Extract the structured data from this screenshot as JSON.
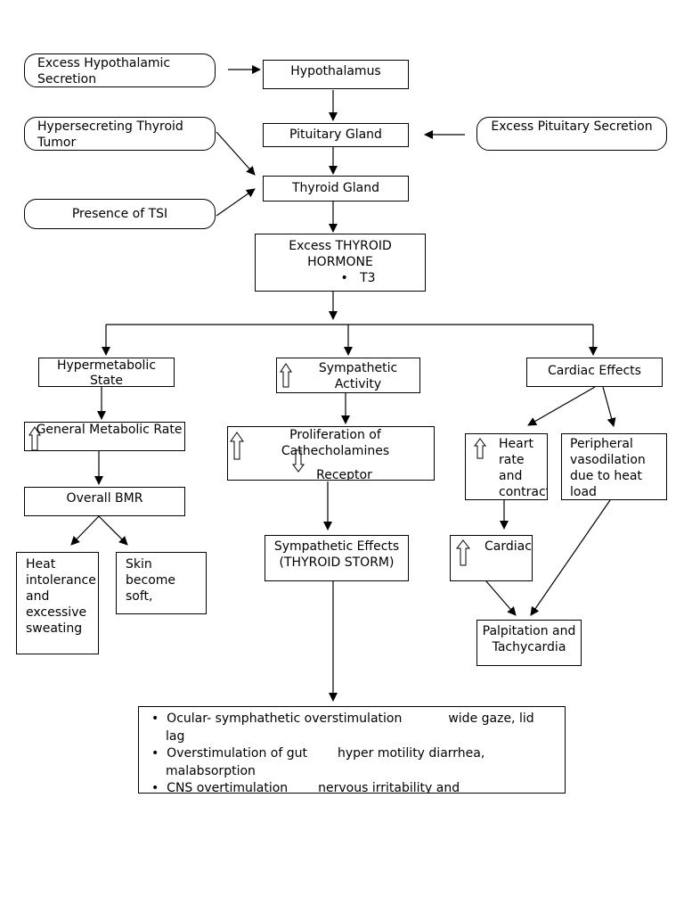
{
  "nodes": {
    "excess_hypothalamic": "Excess Hypothalamic Secretion",
    "hypothalamus": "Hypothalamus",
    "hypersecreting_tumor": "Hypersecreting Thyroid Tumor",
    "pituitary_gland": "Pituitary Gland",
    "excess_pituitary": "Excess Pituitary Secretion",
    "thyroid_gland": "Thyroid Gland",
    "presence_tsi": "Presence of TSI",
    "excess_hormone": "Excess THYROID HORMONE",
    "excess_hormone_bullet": "T3",
    "hypermetabolic": "Hypermetabolic State",
    "sympathetic": "Sympathetic Activity",
    "cardiac_effects": "Cardiac Effects",
    "general_metabolic": "General Metabolic Rate",
    "proliferation": "Proliferation of Cathecholamines",
    "receptor": "Receptor",
    "heart_rate": "Heart rate and contractility",
    "peripheral": "Peripheral vasodilation due to heat load",
    "overall_bmr": "Overall BMR",
    "sympathetic_effects": "Sympathetic Effects (THYROID STORM)",
    "cardiac": "Cardiac",
    "heat_intolerance": "Heat intolerance and excessive sweating",
    "skin": "Skin become soft,",
    "palpitation": "Palpitation and Tachycardia"
  },
  "effects_list": [
    {
      "text": "Ocular- symphathetic overstimulation",
      "result": "wide gaze, lid lag"
    },
    {
      "text": "Overstimulation of gut",
      "result": "hyper motility diarrhea, malabsorption"
    },
    {
      "text": "CNS overtimulation",
      "result": "nervous irritability and"
    }
  ]
}
